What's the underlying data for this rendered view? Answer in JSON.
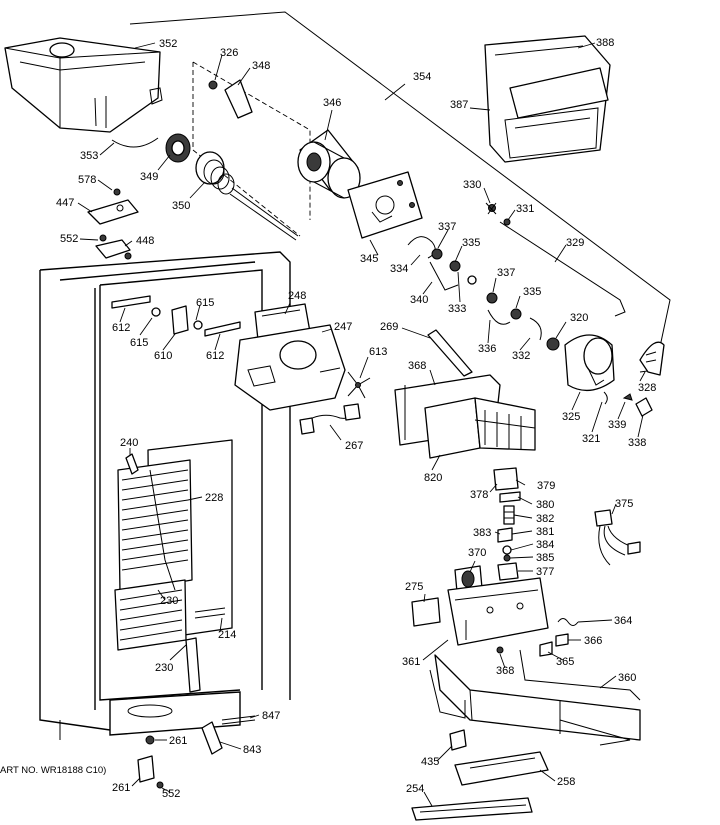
{
  "footer": {
    "part_no": "ART NO. WR18188 C10)"
  },
  "labels": {
    "l352": "352",
    "l326": "326",
    "l348": "348",
    "l346": "346",
    "l354": "354",
    "l388": "388",
    "l387": "387",
    "l353": "353",
    "l349": "349",
    "l350": "350",
    "l578": "578",
    "l447": "447",
    "l552a": "552",
    "l448": "448",
    "l330": "330",
    "l331": "331",
    "l337a": "337",
    "l335a": "335",
    "l329": "329",
    "l345": "345",
    "l334": "334",
    "l340": "340",
    "l333": "333",
    "l337b": "337",
    "l335b": "335",
    "l336": "336",
    "l332": "332",
    "l320": "320",
    "l328": "328",
    "l325": "325",
    "l321": "321",
    "l339": "339",
    "l338": "338",
    "l248": "248",
    "l247": "247",
    "l615a": "615",
    "l612a": "612",
    "l615b": "615",
    "l610": "610",
    "l612b": "612",
    "l613": "613",
    "l269": "269",
    "l368a": "368",
    "l267": "267",
    "l820": "820",
    "l240": "240",
    "l228": "228",
    "l378": "378",
    "l379": "379",
    "l380": "380",
    "l382": "382",
    "l381": "381",
    "l383": "383",
    "l384": "384",
    "l385": "385",
    "l377": "377",
    "l370": "370",
    "l375": "375",
    "l230a": "230",
    "l214": "214",
    "l230b": "230",
    "l275": "275",
    "l364": "364",
    "l366": "366",
    "l361": "361",
    "l368b": "368",
    "l365": "365",
    "l360": "360",
    "l847": "847",
    "l261a": "261",
    "l843": "843",
    "l261b": "261",
    "l552b": "552",
    "l435": "435",
    "l258": "258",
    "l254": "254"
  },
  "icons": [
    "ice-bucket",
    "auger-motor",
    "cabinet-frame",
    "ice-maker",
    "evaporator",
    "dispenser-housing"
  ]
}
